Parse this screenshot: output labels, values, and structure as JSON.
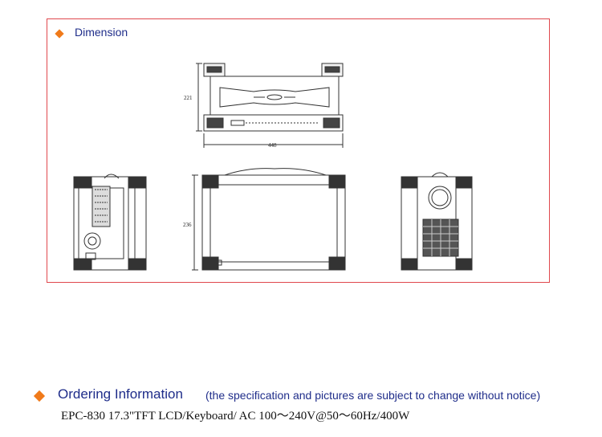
{
  "dimension": {
    "title": "Dimension",
    "height_label": "221",
    "width_label": "448",
    "depth_label": "236"
  },
  "ordering": {
    "title": "Ordering Information",
    "note": "(the specification and pictures are subject to change without notice)",
    "model_line": "EPC-830 17.3\"TFT LCD/Keyboard/ AC 100～240V@50～60Hz/400W"
  },
  "colors": {
    "frame_border": "#e0484d",
    "bullet": "#f07a1a",
    "heading_text": "#1f2d8a"
  }
}
